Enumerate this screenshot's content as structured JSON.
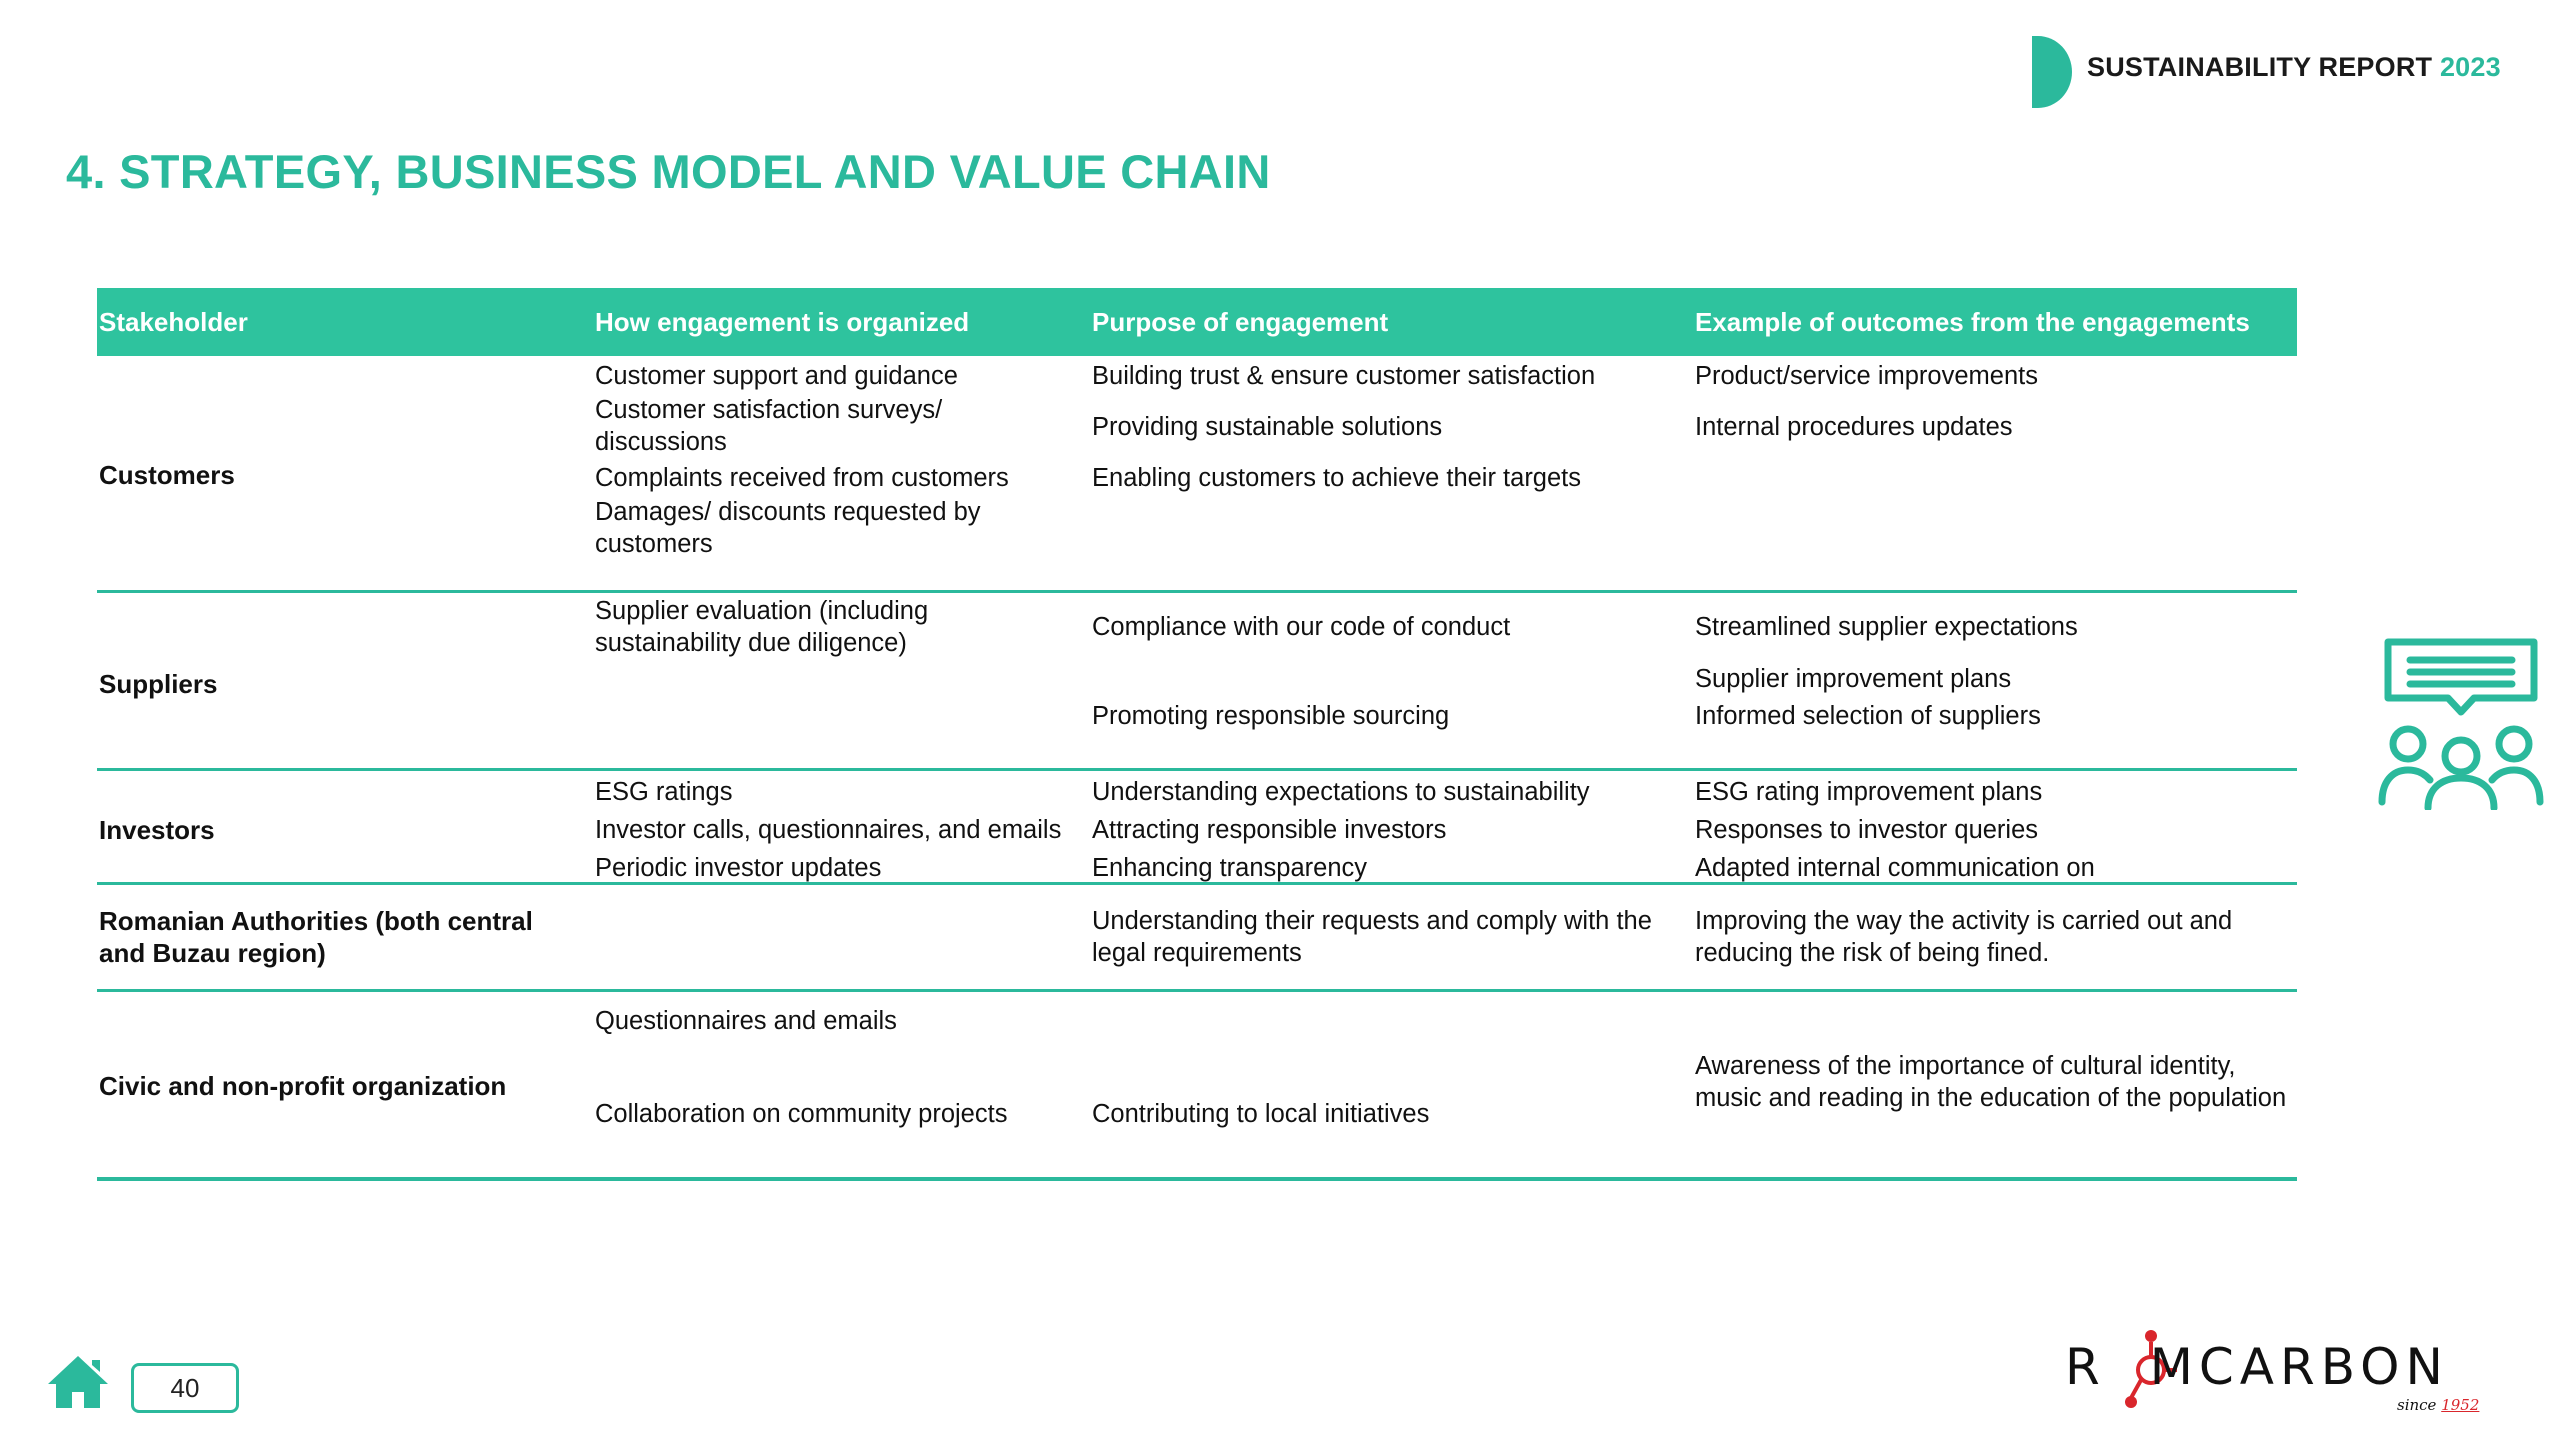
{
  "header": {
    "report_label": "SUSTAINABILITY REPORT",
    "year": "2023",
    "accent_color": "#2bb99c"
  },
  "page_title": "4. STRATEGY, BUSINESS MODEL AND VALUE CHAIN",
  "table": {
    "columns": [
      "Stakeholder",
      "How engagement is organized",
      "Purpose of engagement",
      "Example of outcomes from the engagements"
    ],
    "rows": [
      {
        "stakeholder": "Customers",
        "how": [
          "Customer support and guidance",
          "Customer satisfaction surveys/ discussions",
          "Complaints received from customers",
          "Damages/ discounts requested by customers"
        ],
        "purpose": [
          "Building trust & ensure customer satisfaction",
          "Providing sustainable solutions",
          "Enabling customers to achieve their targets"
        ],
        "outcomes": [
          "Product/service improvements",
          "Internal procedures updates"
        ]
      },
      {
        "stakeholder": "Suppliers",
        "how": [
          "Supplier evaluation (including sustainability due diligence)"
        ],
        "purpose": [
          "Compliance with our code of conduct",
          "Promoting responsible sourcing"
        ],
        "outcomes": [
          "Streamlined supplier expectations",
          "Supplier improvement plans",
          "Informed selection of suppliers"
        ]
      },
      {
        "stakeholder": "Investors",
        "how": [
          "ESG ratings",
          "Investor calls, questionnaires, and emails",
          "Periodic investor updates"
        ],
        "purpose": [
          "Understanding expectations to sustainability",
          "Attracting responsible investors",
          "Enhancing transparency"
        ],
        "outcomes": [
          "ESG rating improvement plans",
          "Responses to investor queries",
          "Adapted internal communication on"
        ]
      },
      {
        "stakeholder": "Romanian Authorities (both central and Buzau region)",
        "how": [],
        "purpose": [
          "Understanding their requests and comply with the legal requirements"
        ],
        "outcomes": [
          "Improving the way the activity is carried out and reducing the risk of being fined."
        ]
      },
      {
        "stakeholder": "Civic and non-profit organization",
        "how": [
          "Questionnaires and emails",
          "Collaboration on community projects"
        ],
        "purpose": [
          "Contributing to local initiatives"
        ],
        "outcomes": [
          "Awareness of the importance of cultural identity, music and reading in the education of the population"
        ]
      }
    ]
  },
  "icons": {
    "side": "stakeholder-chat-icon",
    "home": "home-icon"
  },
  "footer": {
    "page_number": "40",
    "logo_text": "ROMCARBON",
    "logo_since": "since",
    "logo_year": "1952"
  }
}
